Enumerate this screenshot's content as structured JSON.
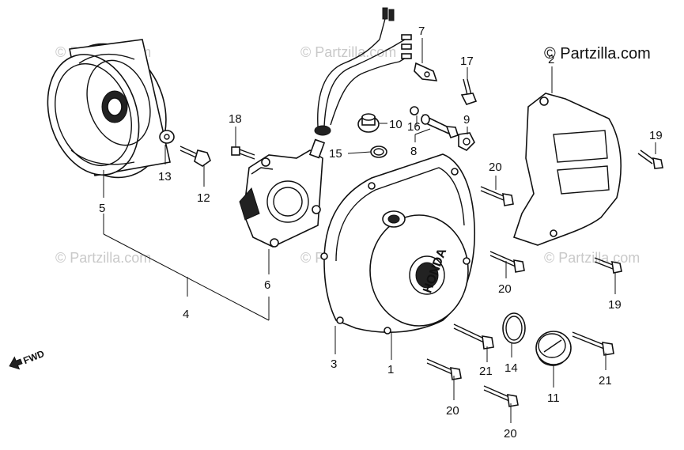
{
  "brand": "© Partzilla.com",
  "watermark": "© Partzilla.com",
  "fwd_label": "FWD",
  "callouts": {
    "c1": "1",
    "c2": "2",
    "c3": "3",
    "c4": "4",
    "c5": "5",
    "c6": "6",
    "c7": "7",
    "c8": "8",
    "c9": "9",
    "c10": "10",
    "c11": "11",
    "c12": "12",
    "c13": "13",
    "c14": "14",
    "c15": "15",
    "c16": "16",
    "c17": "17",
    "c18": "18",
    "c19a": "19",
    "c19b": "19",
    "c20a": "20",
    "c20b": "20",
    "c20c": "20",
    "c20d": "20",
    "c21a": "21",
    "c21b": "21"
  },
  "cover_marking": "HONDA"
}
